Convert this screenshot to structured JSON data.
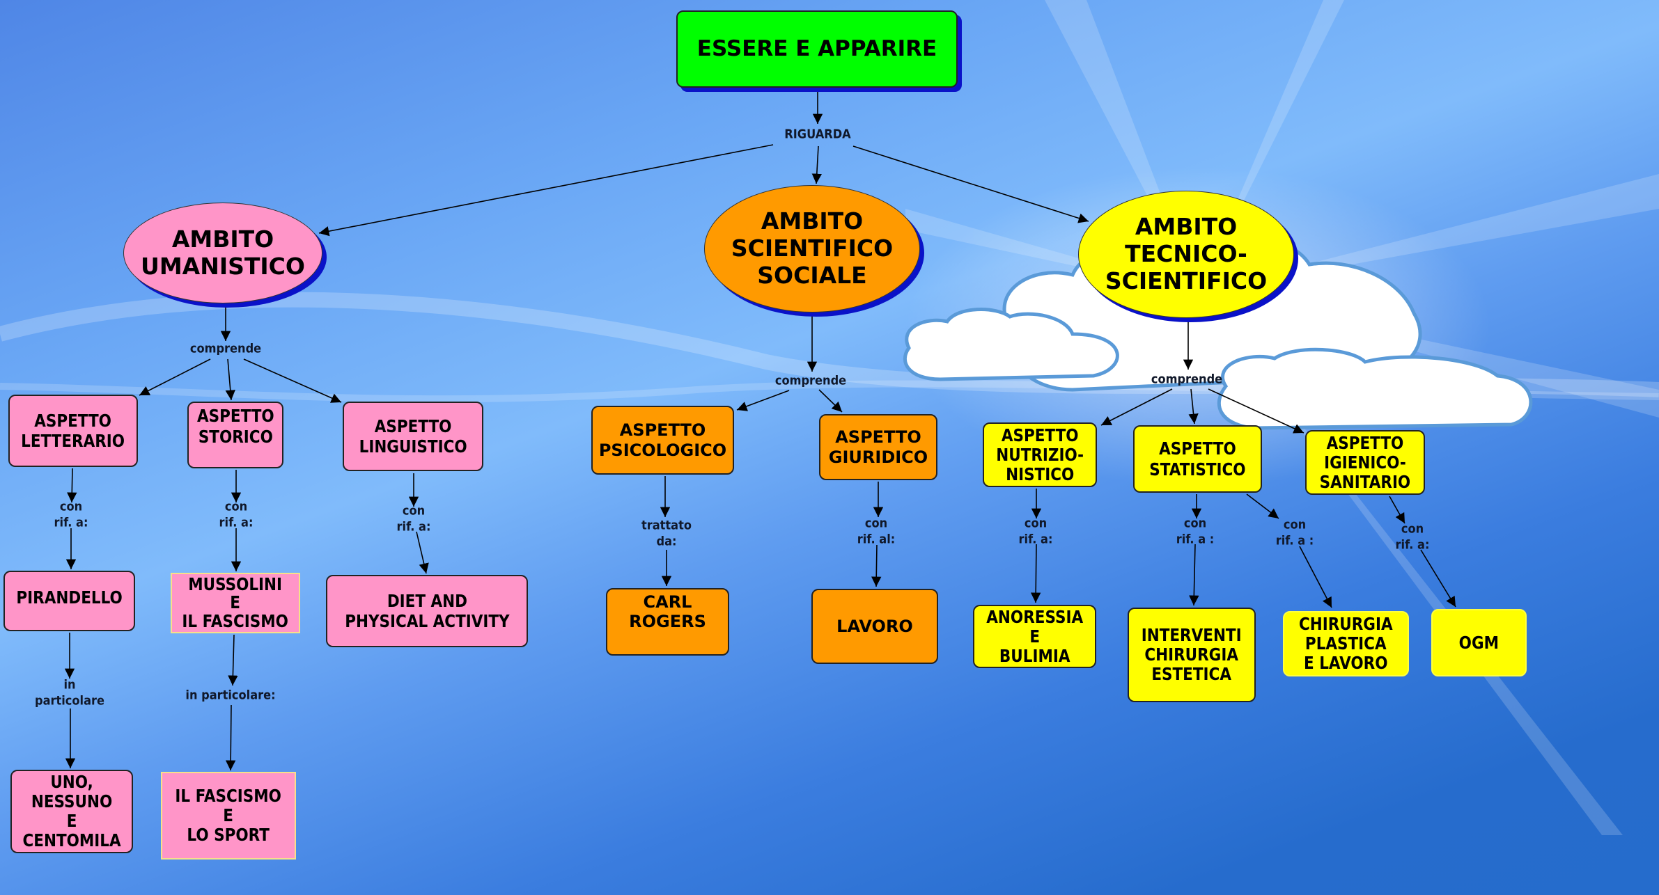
{
  "title": "ESSERE E APPARIRE",
  "root_link": "RIGUARDA",
  "colors": {
    "root": "#00ff00",
    "umanistico": "#ff95c8",
    "scientifico_sociale": "#ff9a00",
    "tecnico_scientifico": "#ffff00",
    "shadow": "#0a12c8",
    "background_top": "#80bbfb",
    "background_bottom": "#256ccc"
  },
  "ambiti": [
    {
      "label": "AMBITO\nUMANISTICO",
      "link": "comprende",
      "aspetti": [
        {
          "label": "ASPETTO\nLETTERARIO",
          "link": "con\nrif. a:",
          "target": "PIRANDELLO",
          "link2": "in\nparticolare",
          "target2": "UNO,\nNESSUNO\nE\nCENTOMILA"
        },
        {
          "label": "ASPETTO\nSTORICO",
          "link": "con\nrif. a:",
          "target": "MUSSOLINI\nE\nIL FASCISMO",
          "link2": "in particolare:",
          "target2": "IL FASCISMO\nE\nLO SPORT"
        },
        {
          "label": "ASPETTO\nLINGUISTICO",
          "link": "con\nrif. a:",
          "target": "DIET AND\nPHYSICAL ACTIVITY"
        }
      ]
    },
    {
      "label": "AMBITO\nSCIENTIFICO\nSOCIALE",
      "link": "comprende",
      "aspetti": [
        {
          "label": "ASPETTO\nPSICOLOGICO",
          "link": "trattato\nda:",
          "target": "CARL\nROGERS"
        },
        {
          "label": "ASPETTO\nGIURIDICO",
          "link": "con\nrif. al:",
          "target": "LAVORO"
        }
      ]
    },
    {
      "label": "AMBITO\nTECNICO-\nSCIENTIFICO",
      "link": "comprende",
      "aspetti": [
        {
          "label": "ASPETTO\nNUTRIZIO-\nNISTICO",
          "link": "con\nrif. a:",
          "target": "ANORESSIA\nE\nBULIMIA"
        },
        {
          "label": "ASPETTO\nSTATISTICO",
          "link": "con\nrif. a :",
          "target": "INTERVENTI\nCHIRURGIA\nESTETICA",
          "link_b": "con\nrif. a :",
          "target_b": "CHIRURGIA\nPLASTICA\nE LAVORO"
        },
        {
          "label": "ASPETTO\nIGIENICO-\nSANITARIO",
          "link": "con\nrif. a:",
          "target": "OGM"
        }
      ]
    }
  ]
}
